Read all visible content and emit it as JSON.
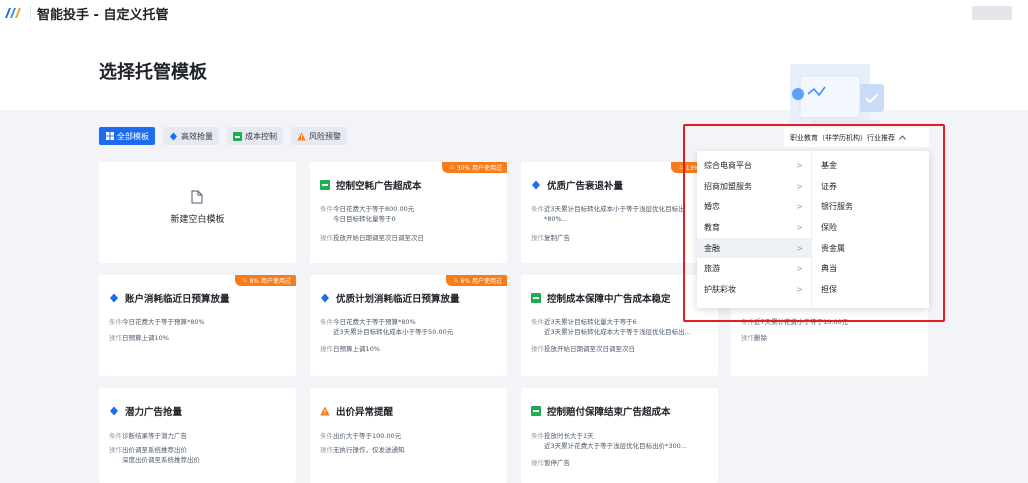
{
  "header": {
    "app_title": "智能投手 - 自定义托管"
  },
  "page": {
    "title": "选择托管模板"
  },
  "tabs": [
    {
      "label": "全部模板",
      "icon": "grid-icon",
      "active": true
    },
    {
      "label": "高效抢量",
      "icon": "diamond-icon",
      "active": false
    },
    {
      "label": "成本控制",
      "icon": "cost-icon",
      "active": false
    },
    {
      "label": "风险预警",
      "icon": "warning-icon",
      "active": false
    }
  ],
  "labels": {
    "condition": "条件",
    "action": "操作"
  },
  "new_template": {
    "label": "新建空白模板"
  },
  "cards": [
    {
      "title": "控制空耗广告超成本",
      "icon": "cost-icon",
      "badge": "30% 用户使用过",
      "conditions": [
        "今日花费大于等于800.00元",
        "今日目标转化量等于0"
      ],
      "actions": [
        "投放开始日期调至次日调至次日"
      ]
    },
    {
      "title": "优质广告衰退补量",
      "icon": "diamond-icon",
      "badge": "13% 用户",
      "conditions": [
        "近3天累计目标转化成本小于等于浅层优化目标出",
        "*80%..."
      ],
      "actions": [
        "复制广告"
      ]
    },
    {
      "title": "账户消耗临近日预算放量",
      "icon": "diamond-icon",
      "badge": "8% 用户使用过",
      "conditions": [
        "今日花费大于等于预算*80%"
      ],
      "actions": [
        "日预算上调10%"
      ]
    },
    {
      "title": "优质计划消耗临近日预算放量",
      "icon": "diamond-icon",
      "badge": "6% 用户使用过",
      "conditions": [
        "今日花费大于等于预算*80%",
        "近3天累计目标转化成本小于等于50.00元"
      ],
      "actions": [
        "日预算上调10%"
      ]
    },
    {
      "title": "控制成本保障中广告成本稳定",
      "icon": "cost-icon",
      "badge": "",
      "conditions": [
        "近3天累计目标转化量大于等于6",
        "近3天累计目标转化成本大于等于浅层优化目标出..."
      ],
      "actions": [
        "投放开始日期调至次日调至次日"
      ]
    },
    {
      "title": "",
      "icon": "",
      "badge": "",
      "conditions": [
        "近7天累计花费小于等于10.00元"
      ],
      "actions": [
        "删除"
      ]
    },
    {
      "title": "潜力广告抢量",
      "icon": "diamond-icon",
      "badge": "",
      "conditions": [
        "诊断结果等于潜力广告"
      ],
      "actions": [
        "出价调至系统推荐出价",
        "深度出价调至系统推荐出价"
      ]
    },
    {
      "title": "出价异常提醒",
      "icon": "warning-icon",
      "badge": "",
      "conditions": [
        "出价大于等于100.00元"
      ],
      "actions": [
        "无执行操作，仅发送通知"
      ]
    },
    {
      "title": "控制赔付保障结束广告超成本",
      "icon": "cost-icon",
      "badge": "",
      "conditions": [
        "投放时长大于1天",
        "近3天累计花费大于等于浅层优化目标出价*300..."
      ],
      "actions": [
        "暂停广告"
      ]
    }
  ],
  "industry_selector": {
    "value": "职业教育（非学历机构）行业推荐",
    "categories": [
      "综合电商平台",
      "招商加盟服务",
      "婚恋",
      "教育",
      "金融",
      "旅游",
      "护肤彩妆"
    ],
    "selected_category": "金融",
    "subcategories": [
      "基金",
      "证券",
      "银行服务",
      "保险",
      "贵金属",
      "典当",
      "担保"
    ]
  },
  "colors": {
    "primary": "#1c6cf0",
    "cost": "#1aae4f",
    "warning": "#f77d1c",
    "highlight": "#e02020"
  }
}
